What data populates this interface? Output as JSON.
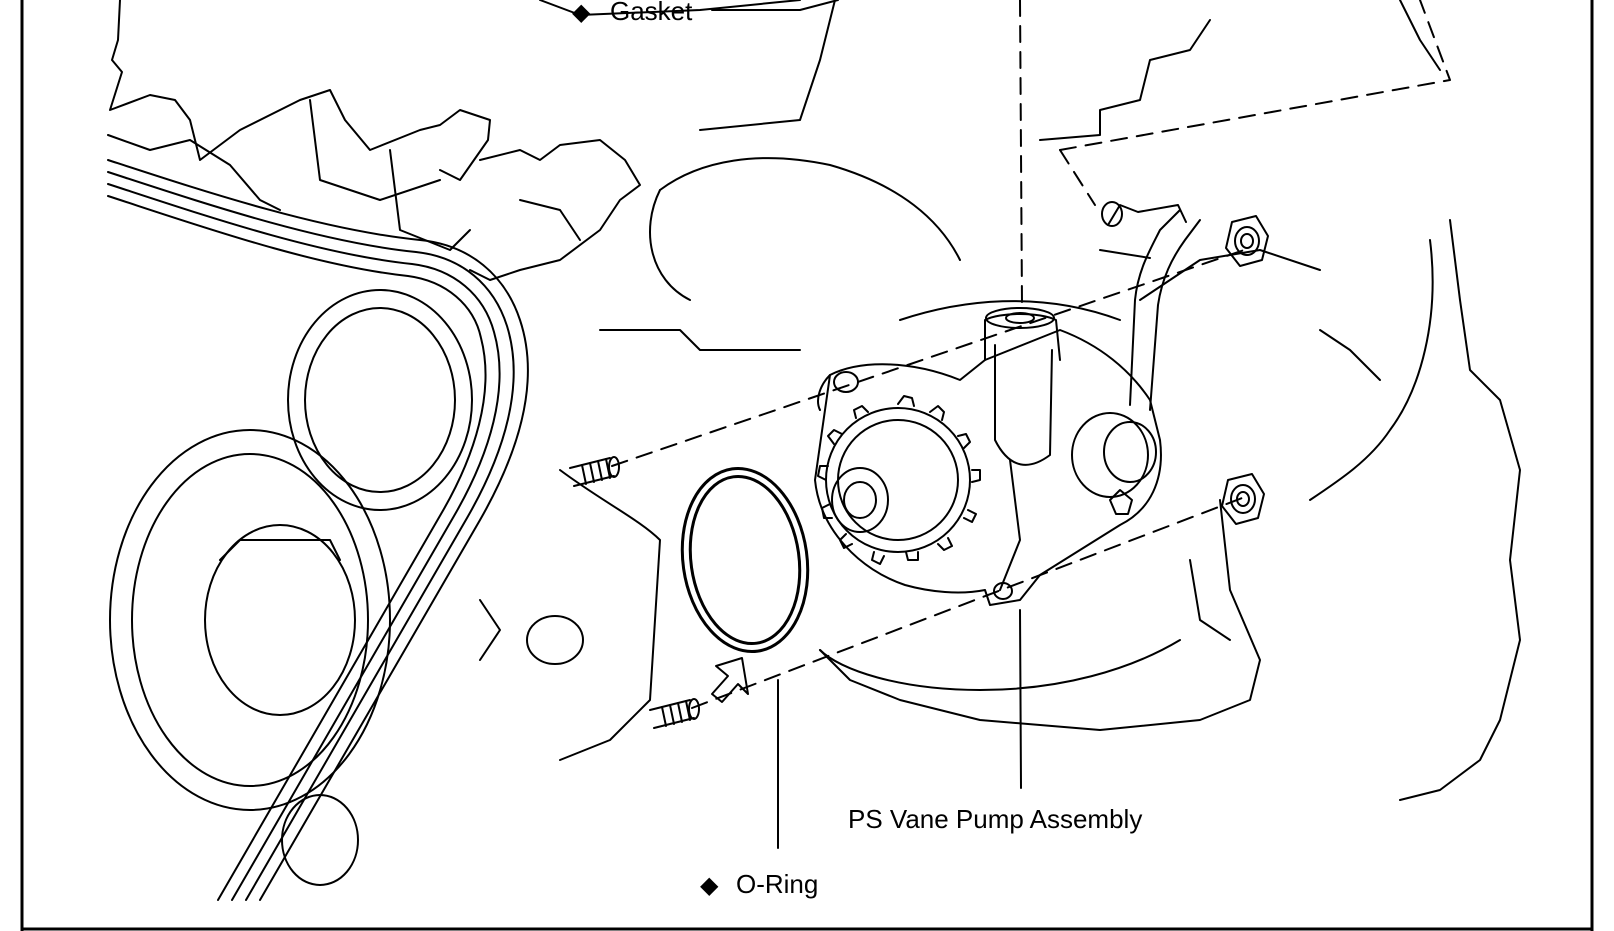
{
  "diagram": {
    "labels": {
      "gasket": "Gasket",
      "ps_vane_pump": "PS Vane Pump Assembly",
      "o_ring": "O-Ring"
    },
    "markers": {
      "gasket": "◆",
      "o_ring": "◆"
    },
    "colors": {
      "ink": "#000000",
      "paper": "#ffffff"
    }
  }
}
